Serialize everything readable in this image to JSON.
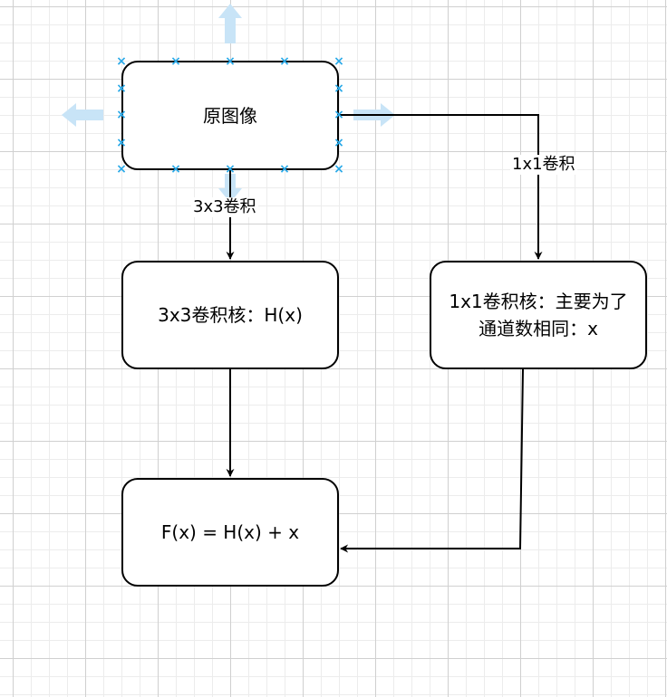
{
  "nodes": {
    "source": {
      "label": "原图像"
    },
    "conv3x3": {
      "label": "3x3卷积核：H(x)"
    },
    "conv1x1": {
      "line1": "1x1卷积核：主要为了",
      "line2": "通道数相同：x"
    },
    "output": {
      "label": "F(x) = H(x) + x"
    }
  },
  "edges": {
    "left_label": "3x3卷积",
    "right_label": "1x1卷积"
  },
  "colors": {
    "selection_handle": "#29a9e8",
    "hover_arrow": "#c8e4f7",
    "stroke": "#000000"
  },
  "icons": {
    "handle": "x-handle-icon",
    "connect_arrow": "connect-arrow-icon"
  }
}
